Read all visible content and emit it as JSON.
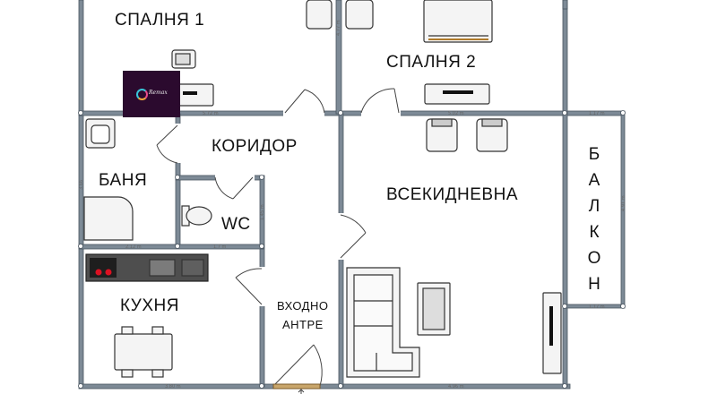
{
  "rooms": {
    "bedroom1": "СПАЛНЯ 1",
    "bedroom2": "СПАЛНЯ 2",
    "corridor": "КОРИДОР",
    "bathroom": "БАНЯ",
    "wc": "WC",
    "living": "ВСЕКИДНЕВНА",
    "kitchen": "КУХНЯ",
    "entry_line1": "ВХОДНО",
    "entry_line2": "АНТРЕ",
    "balcony_letters": [
      "Б",
      "А",
      "Л",
      "К",
      "О",
      "Н"
    ]
  },
  "dimensions": {
    "top_left": "5.72 m",
    "top_mid": "5.02 m",
    "top_right": "1.17 m",
    "bath_left": "3.66",
    "wc_bottom_left": "2.12 m",
    "wc_bottom_right": "1.7 m",
    "wc_right": "1.45 m",
    "bedroom_divider": "4.77 m",
    "balcony_side": "4.91 m",
    "balcony_bottom": "1.17 m",
    "bottom_left": "3.80 m",
    "bottom_right": "4.96 m"
  },
  "logo": {
    "text": "Remax",
    "colors": [
      "#38c6d9",
      "#e84b8a",
      "#f2a93b"
    ]
  },
  "colors": {
    "wall": "#6f7f8c",
    "wall_outline": "#4a5560",
    "furniture_fill": "#eeeeee",
    "furniture_stroke": "#333333"
  }
}
